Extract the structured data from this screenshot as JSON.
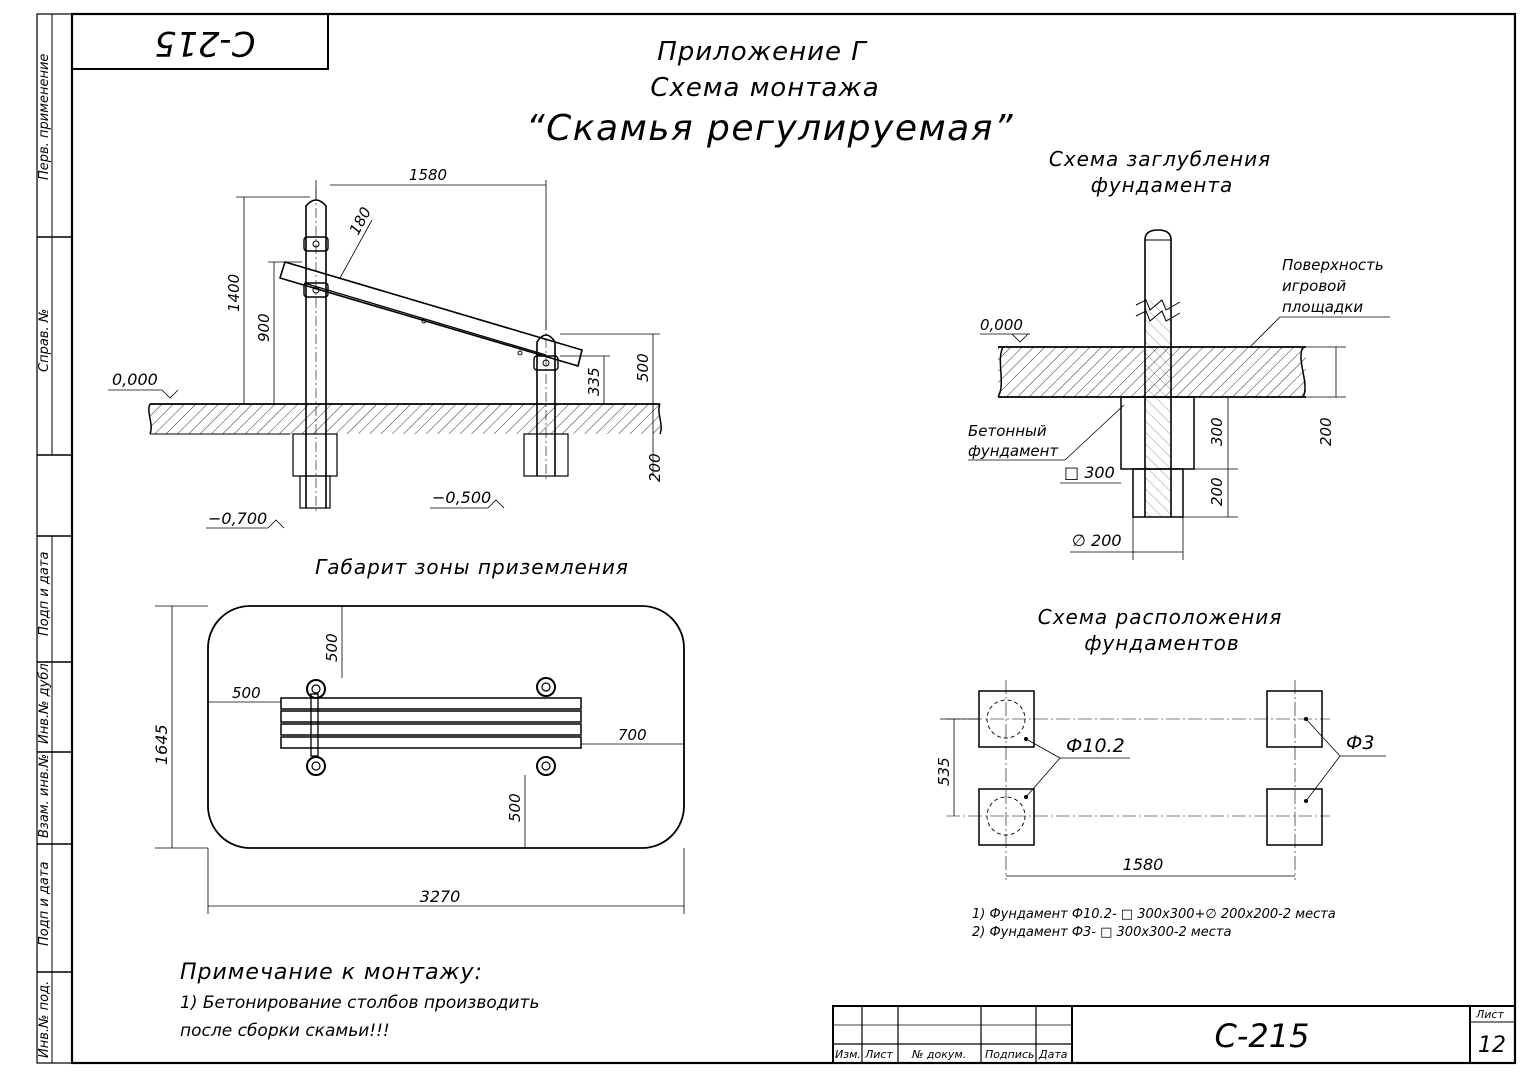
{
  "code_stamp": "С-215",
  "title": {
    "line1": "Приложение Г",
    "line2": "Схема монтажа",
    "line3": "“Скамья регулируемая”"
  },
  "side_labels": {
    "perv_primenenie": "Перв. применение",
    "sprav_no": "Справ. №",
    "podp_i_data_1": "Подп и дата",
    "inv_no_dubl": "Инв.№ дубл.",
    "vzam_inv_no": "Взам. инв.№",
    "podp_i_data_2": "Подп и дата",
    "inv_no_pod": "Инв.№ под."
  },
  "mount_view": {
    "dim_1580": "1580",
    "dim_180": "180",
    "dim_1400": "1400",
    "dim_900": "900",
    "dim_500": "500",
    "dim_335": "335",
    "dim_200": "200",
    "level_0": "0,000",
    "level_m500": "−0,500",
    "level_m700": "−0,700"
  },
  "landing_zone": {
    "title": "Габарит зоны приземления",
    "dim_500_top": "500",
    "dim_500_left": "500",
    "dim_700": "700",
    "dim_500_bottom": "500",
    "dim_1645": "1645",
    "dim_3270": "3270"
  },
  "depth_scheme": {
    "title_line1": "Схема заглубления",
    "title_line2": "фундамента",
    "surface_line1": "Поверхность",
    "surface_line2": "игровой",
    "surface_line3": "площадки",
    "level_0": "0,000",
    "concrete_line1": "Бетонный",
    "concrete_line2": "фундамент",
    "square_300": "□ 300",
    "dim_300": "300",
    "dim_200_lower": "200",
    "dim_200_right": "200",
    "dia_200": "∅ 200"
  },
  "layout_scheme": {
    "title_line1": "Схема расположения",
    "title_line2": "фундаментов",
    "label_f102": "Ф10.2",
    "label_f3": "Ф3",
    "dim_535": "535",
    "dim_1580": "1580",
    "note1": "1) Фундамент Ф10.2- □ 300х300+∅ 200х200-2 места",
    "note2": "2) Фундамент Ф3- □ 300х300-2 места"
  },
  "notes": {
    "heading": "Примечание к монтажу:",
    "line1": "1) Бетонирование столбов производить",
    "line2": "после сборки скамьи!!!"
  },
  "title_block": {
    "col_izm": "Изм.",
    "col_list": "Лист",
    "col_no_dokum": "№ докум.",
    "col_podpis": "Подпись",
    "col_data": "Дата",
    "code": "С-215",
    "sheet_label": "Лист",
    "sheet_no": "12"
  }
}
